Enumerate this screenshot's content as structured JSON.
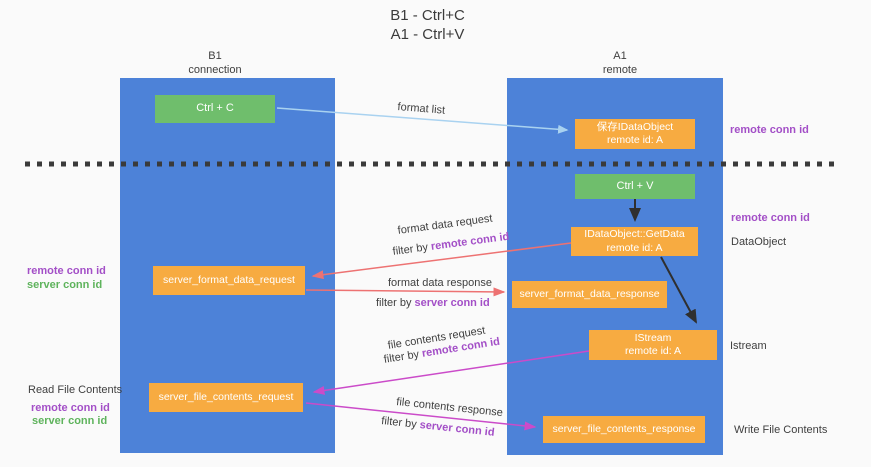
{
  "colors": {
    "bg": "#fafafa",
    "column_blue": "#4d82d8",
    "box_green": "#6fbe6c",
    "box_orange": "#f7ab41",
    "arrow_blue": "#a9d2f0",
    "arrow_red": "#ed7272",
    "arrow_magenta": "#cb4bc9",
    "arrow_black": "#2f2f2f",
    "sep_dark": "#3a3a3a",
    "id_purple": "#a34fc7",
    "id_green": "#5eb35c"
  },
  "title": {
    "line1": "B1 - Ctrl+C",
    "line2": "A1 - Ctrl+V"
  },
  "lifelines": {
    "left": {
      "name": "B1",
      "role": "connection"
    },
    "right": {
      "name": "A1",
      "role": "remote"
    }
  },
  "boxes": {
    "ctrl_c": {
      "label": "Ctrl + C"
    },
    "ctrl_v": {
      "label": "Ctrl + V"
    },
    "save_dataobject": {
      "line1": "保存IDataObject",
      "line2": "remote id: A"
    },
    "getdata": {
      "line1": "IDataObject::GetData",
      "line2": "remote id: A"
    },
    "istream": {
      "line1": "IStream",
      "line2": "remote id: A"
    },
    "format_request": {
      "label": "server_format_data_request"
    },
    "format_response": {
      "label": "server_format_data_response"
    },
    "file_request": {
      "label": "server_file_contents_request"
    },
    "file_response": {
      "label": "server_file_contents_response"
    }
  },
  "arrow_labels": {
    "format_list": "format list",
    "format_data_request": "format data request",
    "format_data_request_filter_prefix": "filter by ",
    "format_data_request_filter_id": "remote conn id",
    "format_data_response": "format data response",
    "format_data_response_filter_prefix": "filter by ",
    "format_data_response_filter_id": "server conn id",
    "file_contents_request": "file contents request",
    "file_contents_request_filter_prefix": "filter by ",
    "file_contents_request_filter_id": "remote conn id",
    "file_contents_response": "file contents response",
    "file_contents_response_filter_prefix": "filter by ",
    "file_contents_response_filter_id": "server conn id"
  },
  "side_labels": {
    "right_top_remote_conn_id": "remote conn id",
    "right_mid_remote_conn_id": "remote conn id",
    "dataobject": "DataObject",
    "istream": "Istream",
    "write_file_contents": "Write File Contents",
    "left_remote_conn_id": "remote conn id",
    "left_server_conn_id": "server conn id",
    "read_file_contents": "Read File Contents",
    "left2_remote_conn_id": "remote conn id",
    "left2_server_conn_id": "server conn id"
  }
}
